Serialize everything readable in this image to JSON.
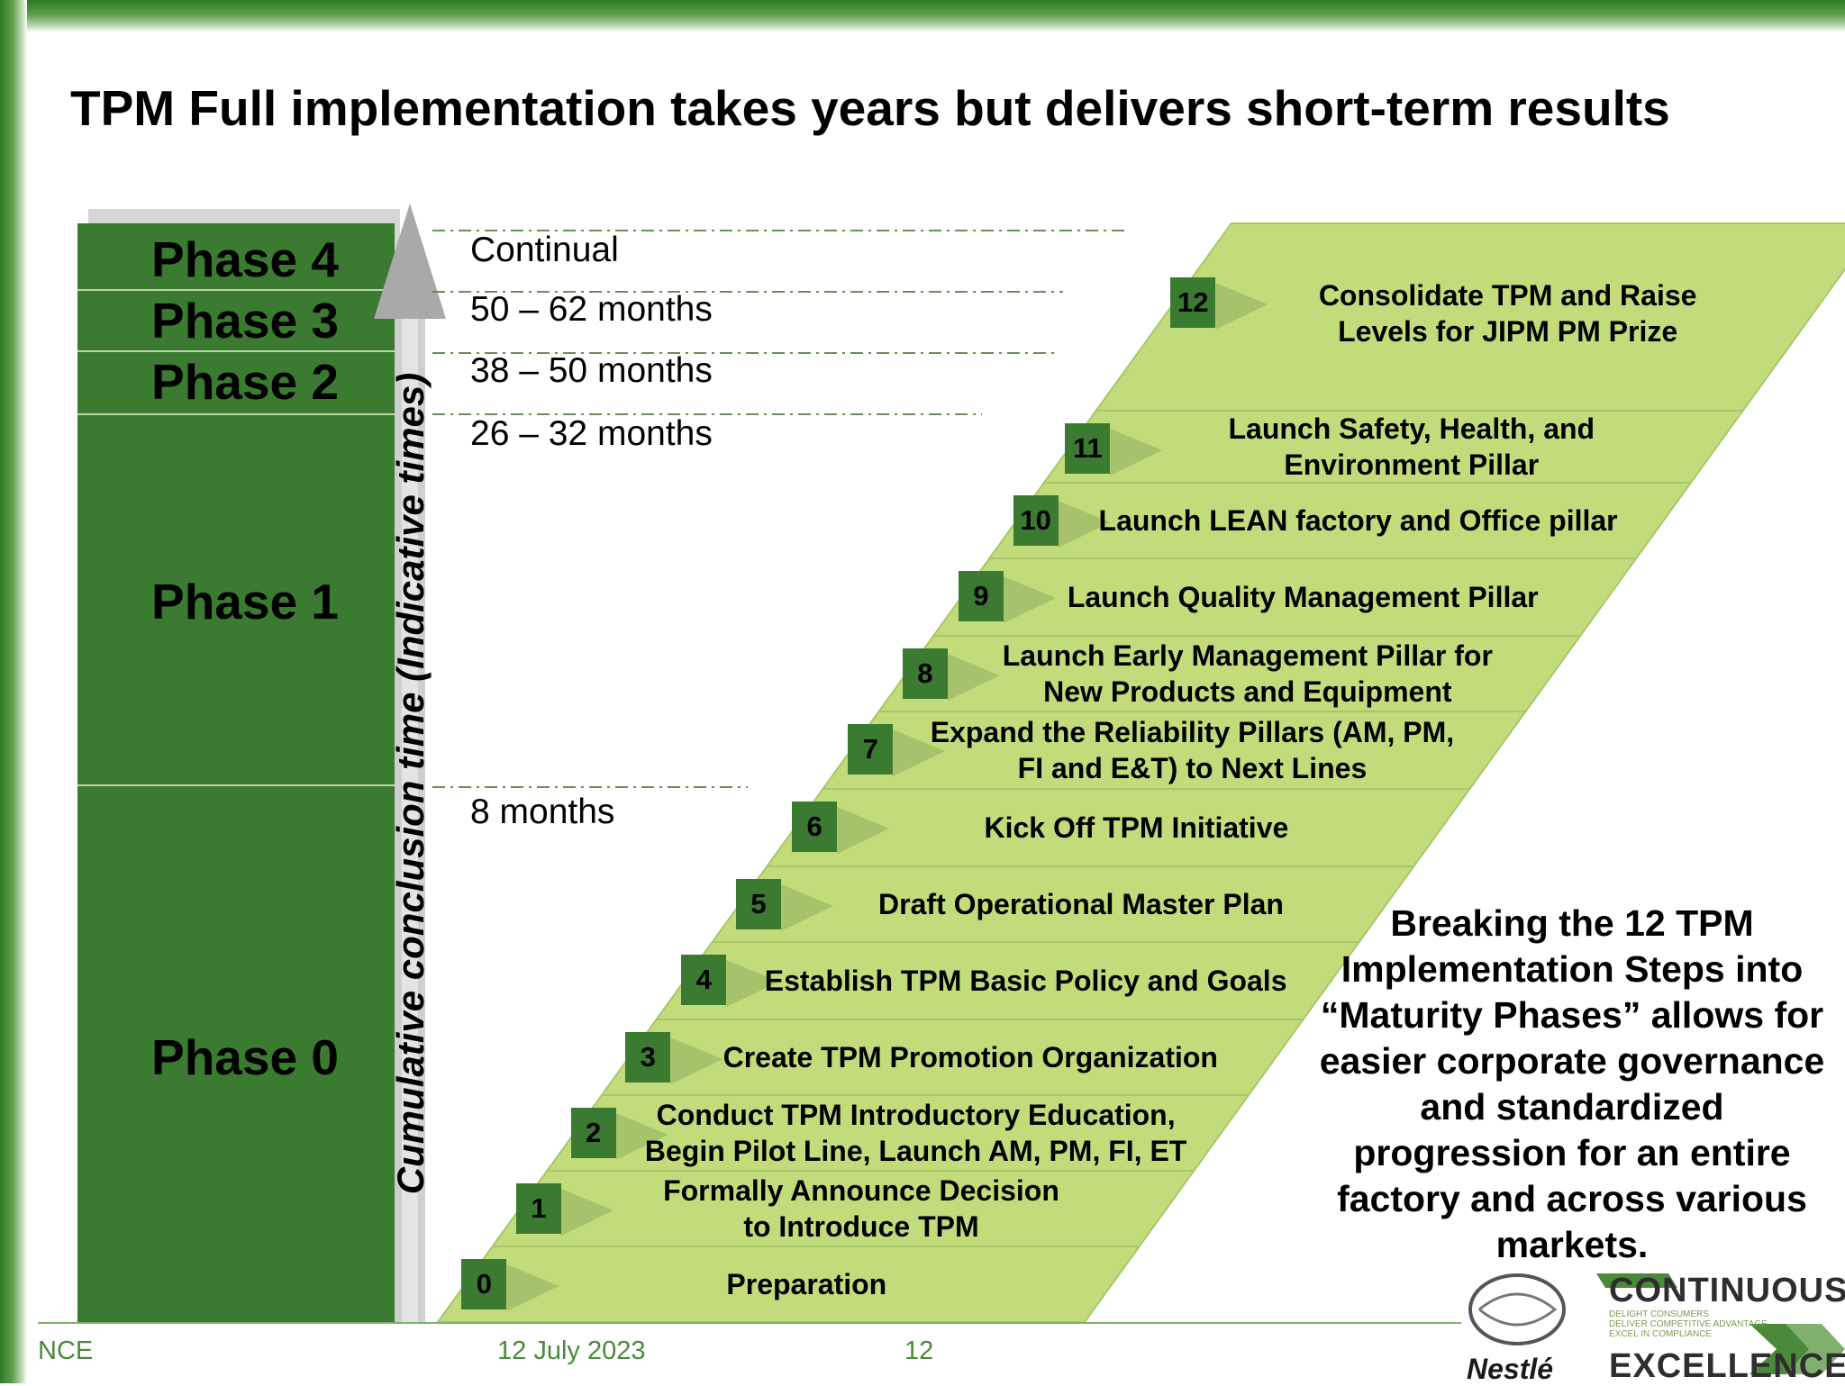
{
  "title": "TPM Full implementation takes years but delivers short-term results",
  "axis_title": "Cumulative conclusion time (Indicative times)",
  "phases": [
    {
      "label": "Phase 4"
    },
    {
      "label": "Phase 3"
    },
    {
      "label": "Phase 2"
    },
    {
      "label": "Phase 1"
    },
    {
      "label": "Phase 0"
    }
  ],
  "time_labels": [
    "Continual",
    "50 – 62 months",
    "38 – 50 months",
    "26 – 32 months",
    "8 months"
  ],
  "steps": [
    {
      "num": "0",
      "label": "Preparation"
    },
    {
      "num": "1",
      "label": "Formally Announce Decision\nto Introduce TPM"
    },
    {
      "num": "2",
      "label": "Conduct TPM Introductory Education,\nBegin Pilot Line, Launch AM, PM, FI, ET"
    },
    {
      "num": "3",
      "label": "Create TPM Promotion Organization"
    },
    {
      "num": "4",
      "label": "Establish TPM Basic Policy and Goals"
    },
    {
      "num": "5",
      "label": "Draft Operational Master Plan"
    },
    {
      "num": "6",
      "label": "Kick Off TPM Initiative"
    },
    {
      "num": "7",
      "label": "Expand the Reliability Pillars (AM, PM,\nFI and E&T) to Next Lines"
    },
    {
      "num": "8",
      "label": "Launch Early Management Pillar for\nNew Products and Equipment"
    },
    {
      "num": "9",
      "label": "Launch Quality Management Pillar"
    },
    {
      "num": "10",
      "label": "Launch LEAN factory and Office pillar"
    },
    {
      "num": "11",
      "label": "Launch Safety, Health, and\nEnvironment Pillar"
    },
    {
      "num": "12",
      "label": "Consolidate TPM and Raise\nLevels for JIPM PM Prize"
    }
  ],
  "callout": "Breaking the 12 TPM Implementation Steps into “Maturity Phases” allows for easier corporate governance and standardized progression for an entire factory and across various markets.",
  "footer": {
    "left": "NCE",
    "date": "12 July 2023",
    "page": "12"
  },
  "logo": {
    "brand": "Nestlé",
    "line1": "CONTINUOUS",
    "line2": "EXCELLENCE",
    "tagline": [
      "DELIGHT CONSUMERS",
      "DELIVER COMPETITIVE ADVANTAGE",
      "EXCEL IN COMPLIANCE"
    ]
  },
  "colors": {
    "phase_fill": "#3b7a31",
    "step_fill": "#c2dc7c",
    "step_stroke": "#a6c86a",
    "border_green": "#2f7a23",
    "footer_text": "#4a8a3a"
  }
}
